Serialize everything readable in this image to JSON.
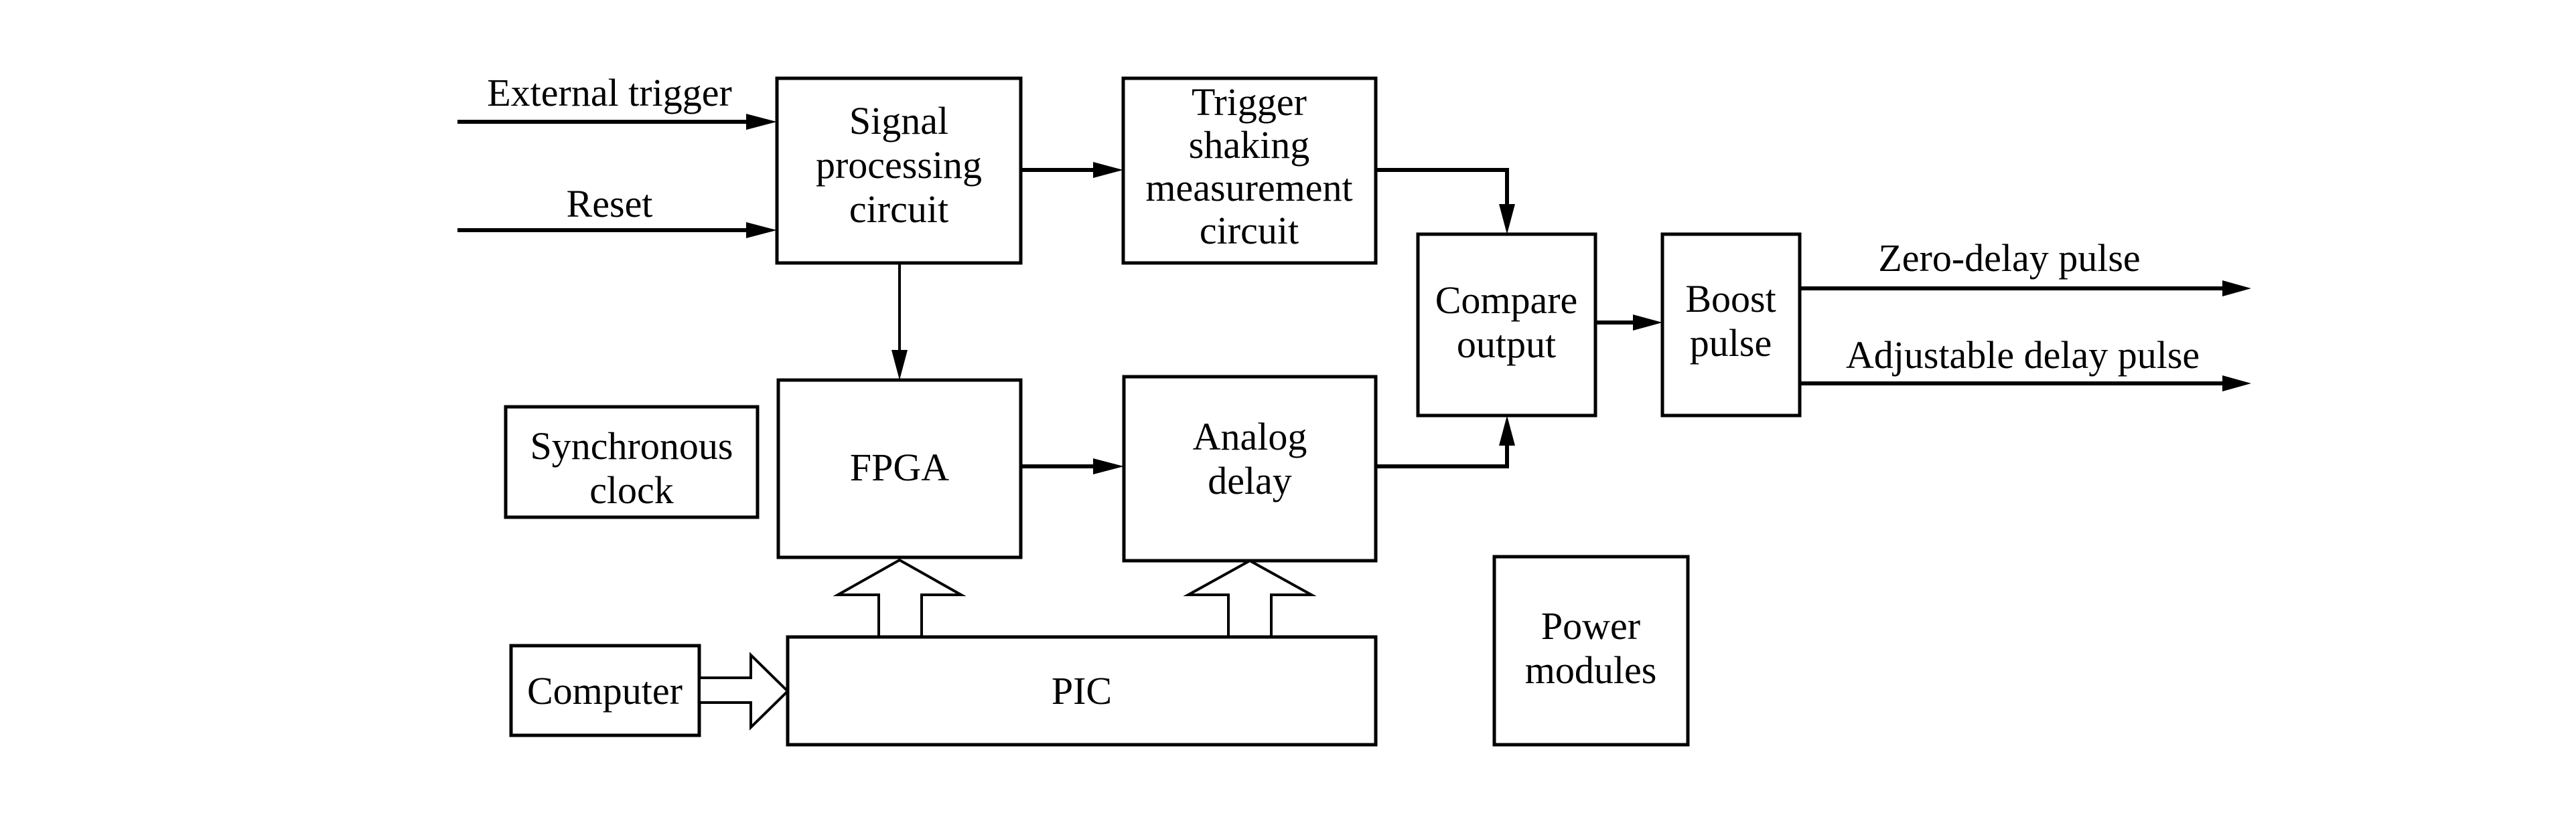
{
  "diagram": {
    "blocks": {
      "signal_processing": [
        "Signal",
        "processing",
        "circuit"
      ],
      "trigger_shaking": [
        "Trigger",
        "shaking",
        "measurement",
        "circuit"
      ],
      "compare_output": [
        "Compare",
        "output"
      ],
      "boost_pulse": [
        "Boost",
        "pulse"
      ],
      "synchronous_clock": [
        "Synchronous",
        "clock"
      ],
      "fpga": [
        "FPGA"
      ],
      "analog_delay": [
        "Analog",
        "delay"
      ],
      "computer": [
        "Computer"
      ],
      "pic": [
        "PIC"
      ],
      "power_modules": [
        "Power",
        "modules"
      ]
    },
    "signals": {
      "external_trigger": "External trigger",
      "reset": "Reset",
      "zero_delay_pulse": "Zero-delay pulse",
      "adjustable_delay_pulse": "Adjustable delay pulse"
    },
    "edges": [
      {
        "from": "External trigger",
        "to": "Signal processing circuit"
      },
      {
        "from": "Reset",
        "to": "Signal processing circuit"
      },
      {
        "from": "Signal processing circuit",
        "to": "Trigger shaking measurement circuit"
      },
      {
        "from": "Signal processing circuit",
        "to": "FPGA"
      },
      {
        "from": "Trigger shaking measurement circuit",
        "to": "Compare output"
      },
      {
        "from": "FPGA",
        "to": "Analog delay"
      },
      {
        "from": "Analog delay",
        "to": "Compare output"
      },
      {
        "from": "Compare output",
        "to": "Boost pulse"
      },
      {
        "from": "Boost pulse",
        "to": "Zero-delay pulse"
      },
      {
        "from": "Boost pulse",
        "to": "Adjustable delay pulse"
      },
      {
        "from": "Computer",
        "to": "PIC",
        "style": "bus"
      },
      {
        "from": "PIC",
        "to": "FPGA",
        "style": "bus"
      },
      {
        "from": "PIC",
        "to": "Analog delay",
        "style": "bus"
      }
    ]
  }
}
